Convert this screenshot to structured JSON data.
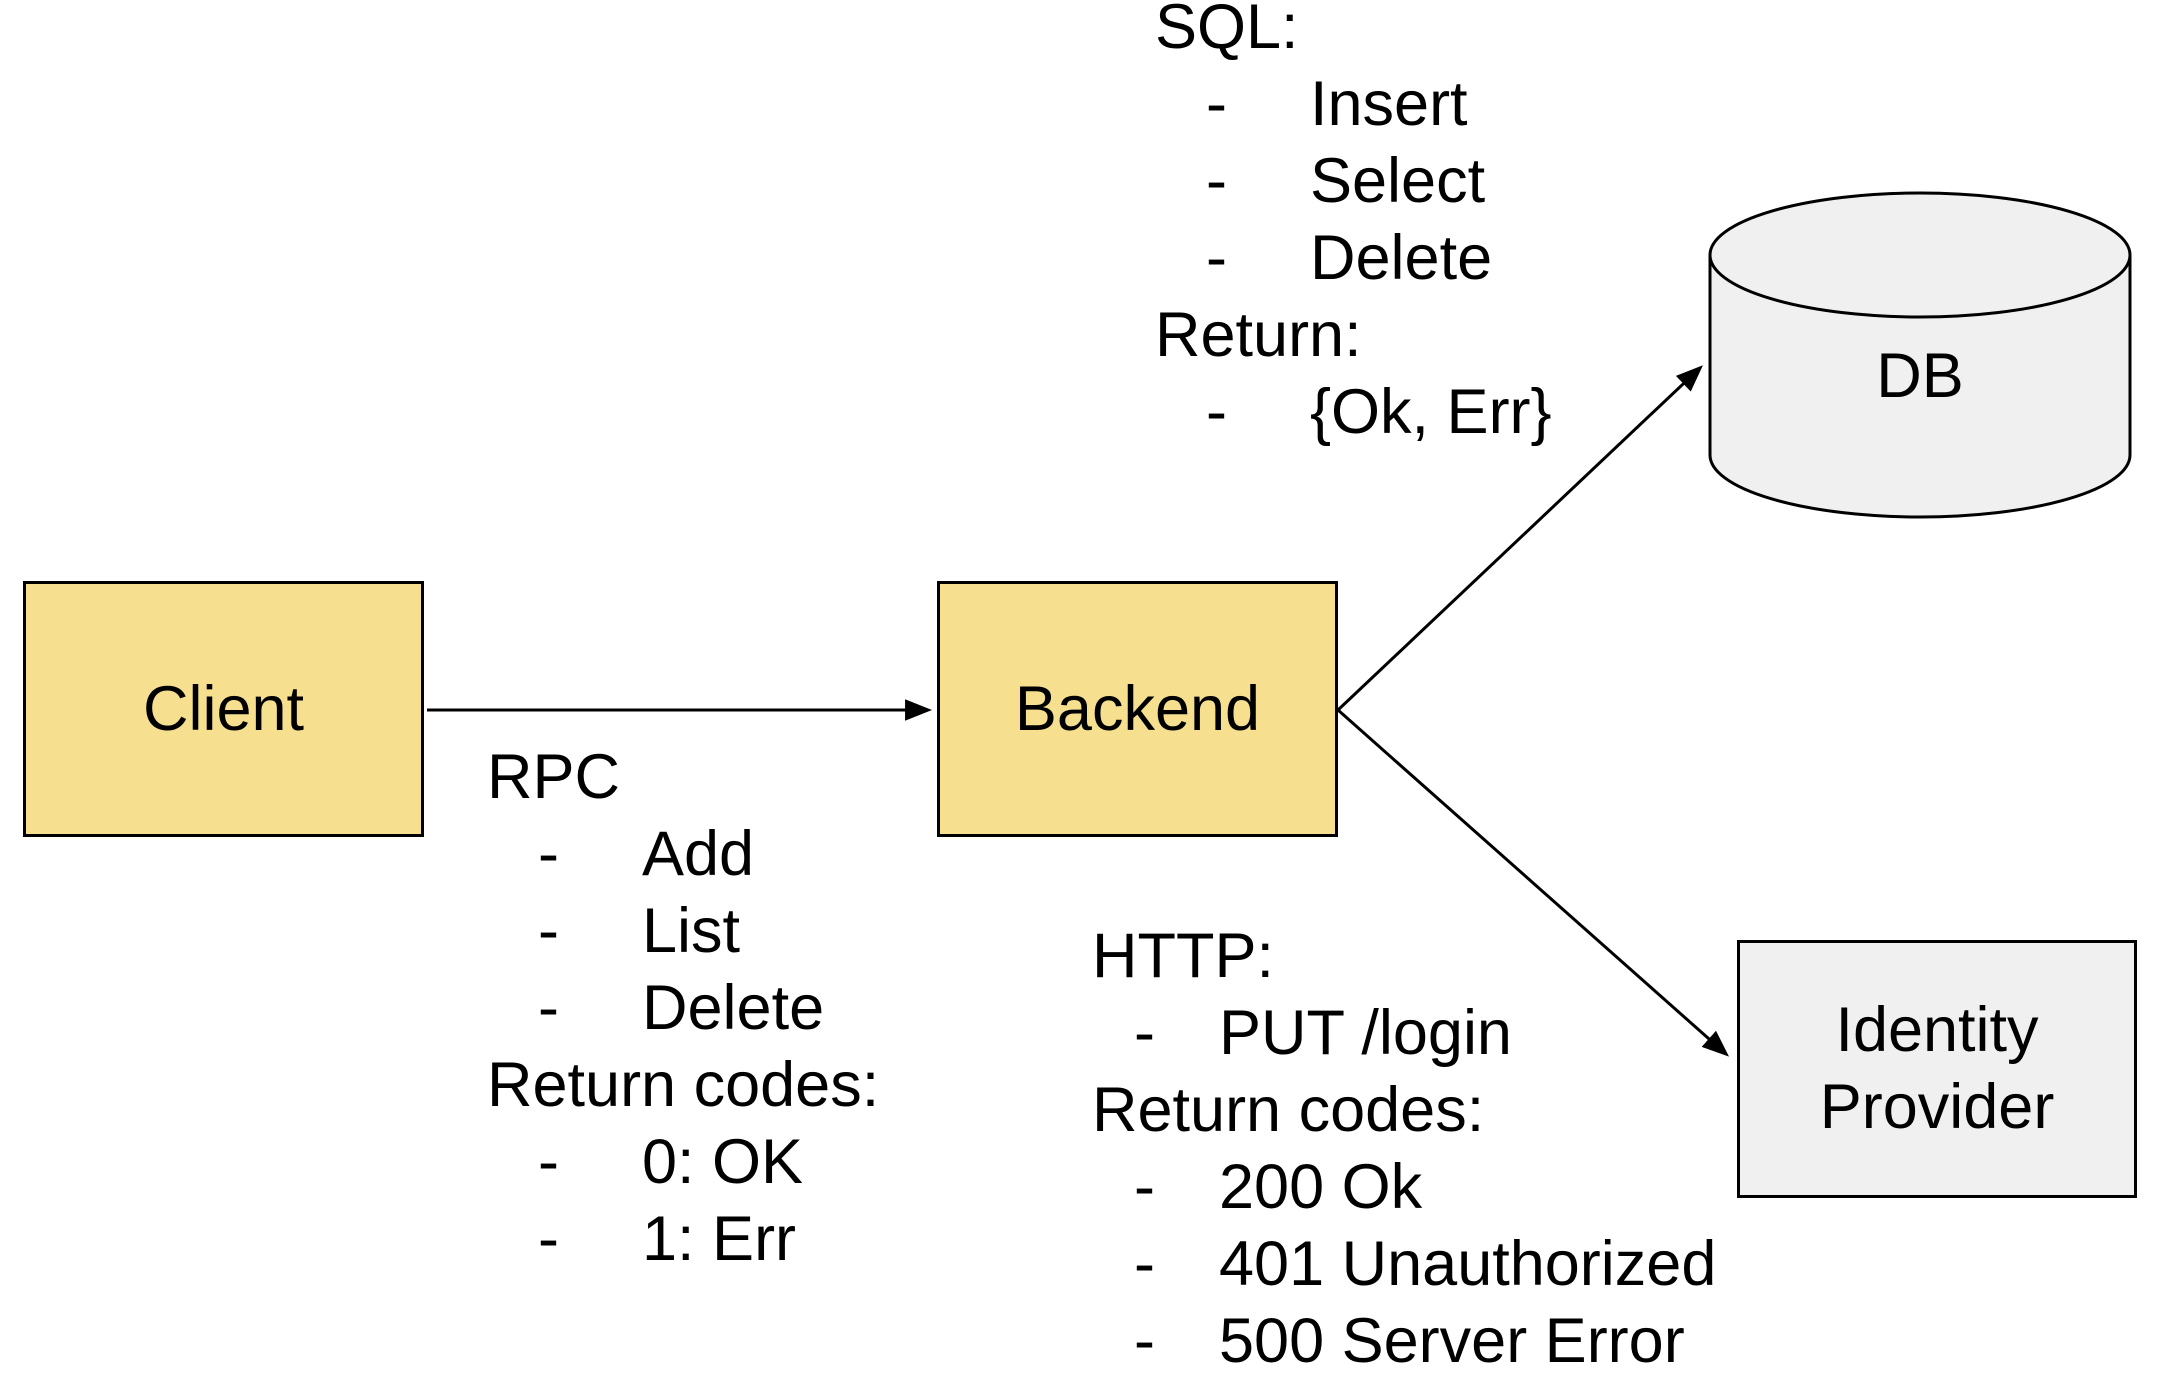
{
  "colors": {
    "node_yellow": "#F6E08F",
    "node_gray": "#F0F0F0",
    "stroke": "#000000",
    "text": "#000000",
    "background": "#FFFFFF"
  },
  "nodes": {
    "client": {
      "label": "Client"
    },
    "backend": {
      "label": "Backend"
    },
    "db": {
      "label": "DB"
    },
    "identity_provider": {
      "label": "Identity Provider",
      "label_line1": "Identity",
      "label_line2": "Provider"
    }
  },
  "edges": [
    {
      "from": "Client",
      "to": "Backend",
      "annotation": "rpc"
    },
    {
      "from": "Backend",
      "to": "DB",
      "annotation": "sql"
    },
    {
      "from": "Backend",
      "to": "Identity Provider",
      "annotation": "http"
    }
  ],
  "annotations": {
    "bullet_char": "-",
    "rpc": {
      "lines": [
        {
          "style": "heading",
          "text": "RPC"
        },
        {
          "style": "bullet",
          "text": "Add"
        },
        {
          "style": "bullet",
          "text": "List"
        },
        {
          "style": "bullet",
          "text": "Delete"
        },
        {
          "style": "heading",
          "text": "Return codes:"
        },
        {
          "style": "bullet",
          "text": "0: OK"
        },
        {
          "style": "bullet",
          "text": "1: Err"
        }
      ]
    },
    "sql": {
      "lines": [
        {
          "style": "heading",
          "text": "SQL:"
        },
        {
          "style": "bullet",
          "text": "Insert"
        },
        {
          "style": "bullet",
          "text": "Select"
        },
        {
          "style": "bullet",
          "text": "Delete"
        },
        {
          "style": "heading",
          "text": "Return:"
        },
        {
          "style": "bullet",
          "text": "{Ok, Err}"
        }
      ]
    },
    "http": {
      "lines": [
        {
          "style": "heading",
          "text": "HTTP:"
        },
        {
          "style": "bullet",
          "text": "PUT /login"
        },
        {
          "style": "heading",
          "text": "Return codes:"
        },
        {
          "style": "bullet",
          "text": "200 Ok"
        },
        {
          "style": "bullet",
          "text": "401 Unauthorized"
        },
        {
          "style": "bullet",
          "text": "500 Server Error"
        }
      ]
    }
  }
}
